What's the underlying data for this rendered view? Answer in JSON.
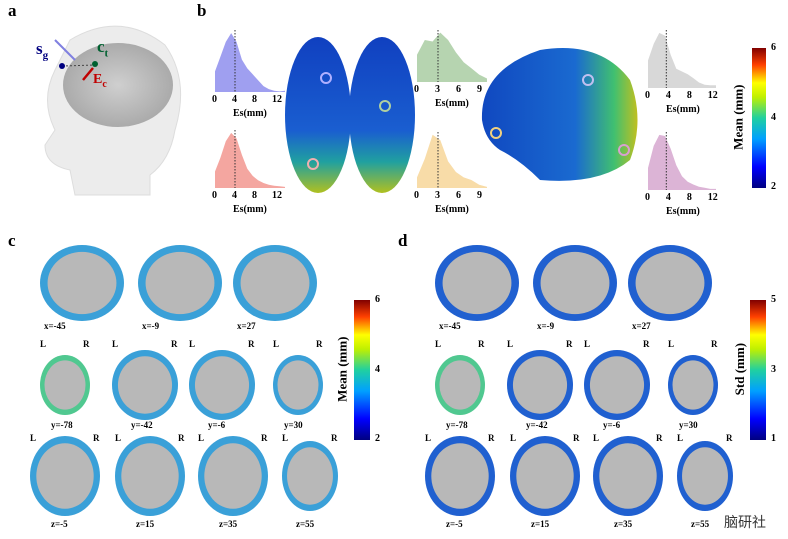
{
  "panels": {
    "a": "a",
    "b": "b",
    "c": "c",
    "d": "d"
  },
  "panel_a": {
    "sg": "s",
    "sg_sub": "g",
    "ct": "c",
    "ct_sub": "t",
    "ec": "E",
    "ec_sub": "c"
  },
  "panel_b": {
    "xlabel": "Es(mm)",
    "densities": [
      {
        "name": "blue",
        "color": "#9f9ff0",
        "ticks": [
          "0",
          "4",
          "8",
          "12"
        ],
        "xmax": 14,
        "marker": 4,
        "curve": [
          0.35,
          0.6,
          0.85,
          1.0,
          0.85,
          0.55,
          0.4,
          0.3,
          0.2,
          0.1,
          0.05,
          0.02,
          0.01,
          0.02
        ]
      },
      {
        "name": "red",
        "color": "#f4a6a0",
        "ticks": [
          "0",
          "4",
          "8",
          "12"
        ],
        "xmax": 14,
        "marker": 4,
        "curve": [
          0.3,
          0.55,
          0.85,
          1.0,
          0.9,
          0.6,
          0.35,
          0.22,
          0.14,
          0.09,
          0.06,
          0.04,
          0.03,
          0.02
        ]
      },
      {
        "name": "green",
        "color": "#b6d4b0",
        "ticks": [
          "0",
          "3",
          "6",
          "9"
        ],
        "xmax": 10,
        "marker": 3,
        "curve": [
          0.55,
          0.85,
          0.82,
          1.0,
          0.85,
          0.6,
          0.4,
          0.28,
          0.15,
          0.07
        ]
      },
      {
        "name": "orange",
        "color": "#f8dca8",
        "ticks": [
          "0",
          "3",
          "6",
          "9"
        ],
        "xmax": 10,
        "marker": 3,
        "curve": [
          0.2,
          0.55,
          1.0,
          0.9,
          0.5,
          0.3,
          0.2,
          0.15,
          0.06,
          0.02
        ]
      },
      {
        "name": "gray",
        "color": "#d8d8d8",
        "ticks": [
          "0",
          "4",
          "8",
          "12"
        ],
        "xmax": 13,
        "marker": 3.5,
        "curve": [
          0.5,
          0.8,
          1.0,
          0.95,
          0.6,
          0.35,
          0.3,
          0.25,
          0.18,
          0.1,
          0.06,
          0.05,
          0.05
        ]
      },
      {
        "name": "purple",
        "color": "#dcb4d6",
        "ticks": [
          "0",
          "4",
          "8",
          "12"
        ],
        "xmax": 13,
        "marker": 3.5,
        "curve": [
          0.4,
          0.8,
          1.0,
          0.98,
          0.75,
          0.45,
          0.25,
          0.15,
          0.1,
          0.06,
          0.04,
          0.02,
          0.02
        ]
      }
    ],
    "colorbar": {
      "title": "Mean (mm)",
      "ticks": [
        "6",
        "4",
        "2"
      ]
    }
  },
  "panel_c": {
    "colorbar": {
      "title": "Mean (mm)",
      "ticks": [
        "6",
        "4",
        "2"
      ]
    }
  },
  "panel_d": {
    "colorbar": {
      "title": "Std (mm)",
      "ticks": [
        "5",
        "3",
        "1"
      ]
    }
  },
  "slices": {
    "sagittal": [
      "x=-45",
      "x=-9",
      "x=27"
    ],
    "coronal": [
      "y=-78",
      "y=-42",
      "y=-6",
      "y=30"
    ],
    "axial": [
      "z=-5",
      "z=15",
      "z=35",
      "z=55"
    ],
    "L": "L",
    "R": "R"
  },
  "watermark": "脑研社"
}
